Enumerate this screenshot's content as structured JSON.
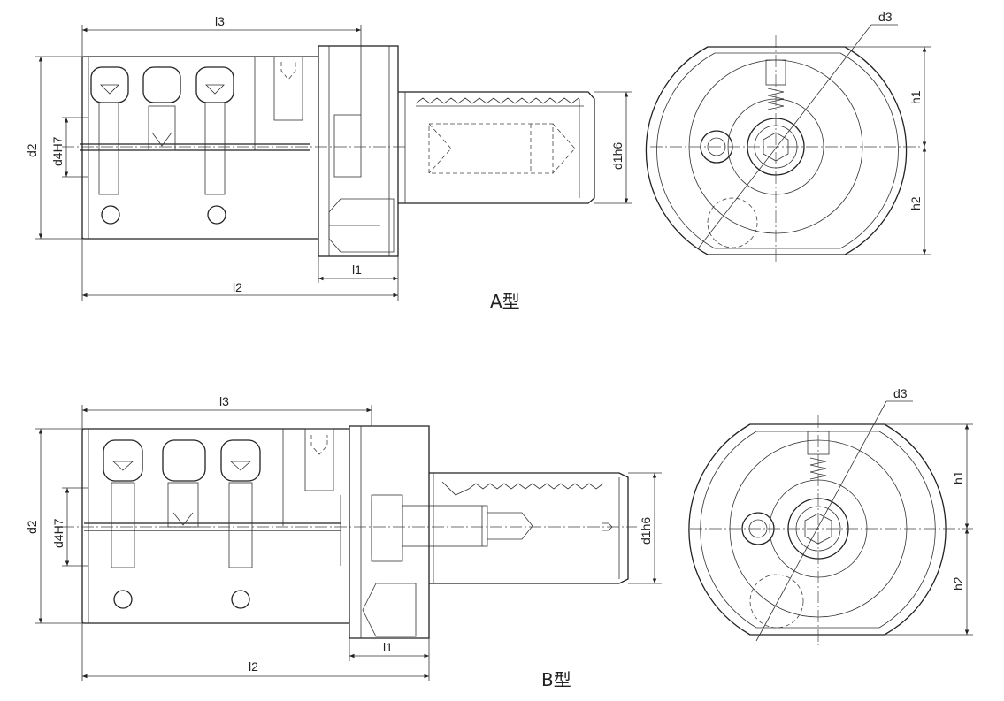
{
  "views": [
    {
      "caption": "A型",
      "dims": {
        "l3": "l3",
        "l2": "l2",
        "l1": "l1",
        "d2": "d2",
        "d4": "d4H7",
        "d1": "d1h6",
        "d3": "d3",
        "h1": "h1",
        "h2": "h2"
      }
    },
    {
      "caption": "B型",
      "dims": {
        "l3": "l3",
        "l2": "l2",
        "l1": "l1",
        "d2": "d2",
        "d4": "d4H7",
        "d1": "d1h6",
        "d3": "d3",
        "h1": "h1",
        "h2": "h2"
      }
    }
  ]
}
